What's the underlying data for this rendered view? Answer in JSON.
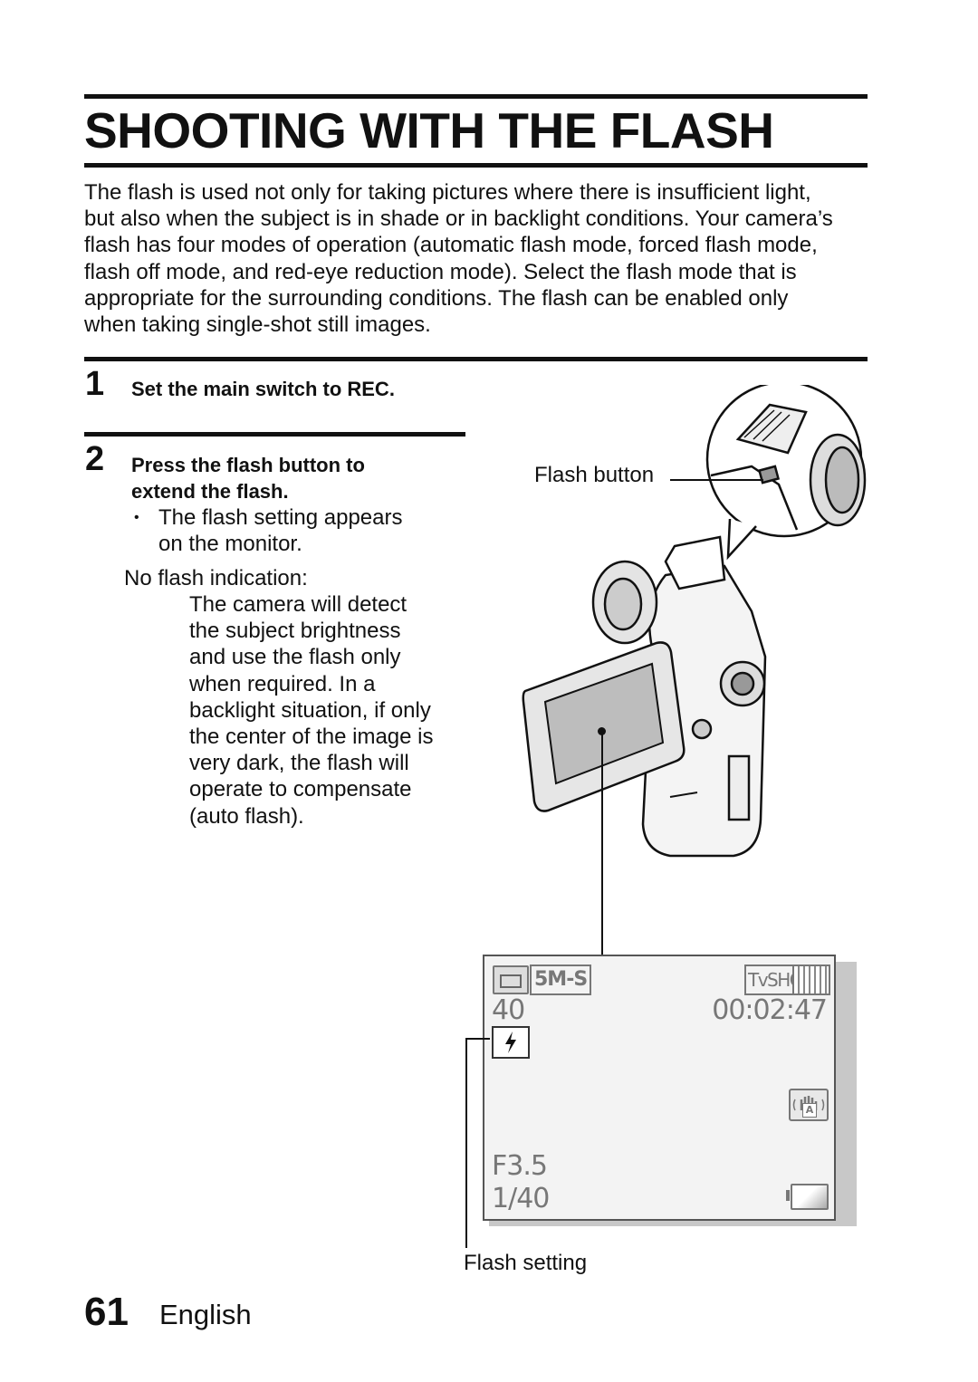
{
  "title": "SHOOTING WITH THE FLASH",
  "intro_lines": [
    "The flash is used not only for taking pictures where there is insufficient light,",
    "but also when the subject is in shade or in backlight conditions. Your camera’s",
    "flash has four modes of operation (automatic flash mode, forced flash mode,",
    "flash off mode, and red-eye reduction mode). Select the flash mode that is",
    "appropriate for the surrounding conditions. The flash can be enabled only",
    "when taking single-shot still images."
  ],
  "steps": [
    {
      "number": "1",
      "title": "Set the main switch to REC."
    },
    {
      "number": "2",
      "title_lines": [
        "Press the flash button to",
        "extend the flash."
      ]
    }
  ],
  "step2_bullet": {
    "marker": "•",
    "lines": [
      "The flash setting appears",
      "on the monitor."
    ]
  },
  "no_flash": {
    "label": "No flash indication:",
    "lines": [
      "The camera will detect",
      "the subject brightness",
      "and use the flash only",
      "when required. In a",
      "backlight situation, if only",
      "the center of the image is",
      "very dark, the flash will",
      "operate to compensate",
      "(auto flash)."
    ]
  },
  "callouts": {
    "flash_button": "Flash button",
    "flash_setting": "Flash setting"
  },
  "monitor": {
    "resolution": "5M-S",
    "quality": "TvSHQ",
    "shots_remaining": "40",
    "time": "00:02:47",
    "aperture": "F3.5",
    "shutter": "1/40",
    "stabilizer_label": "A",
    "flash_icon": "flash-bolt-icon"
  },
  "footer": {
    "page_number": "61",
    "language": "English"
  }
}
